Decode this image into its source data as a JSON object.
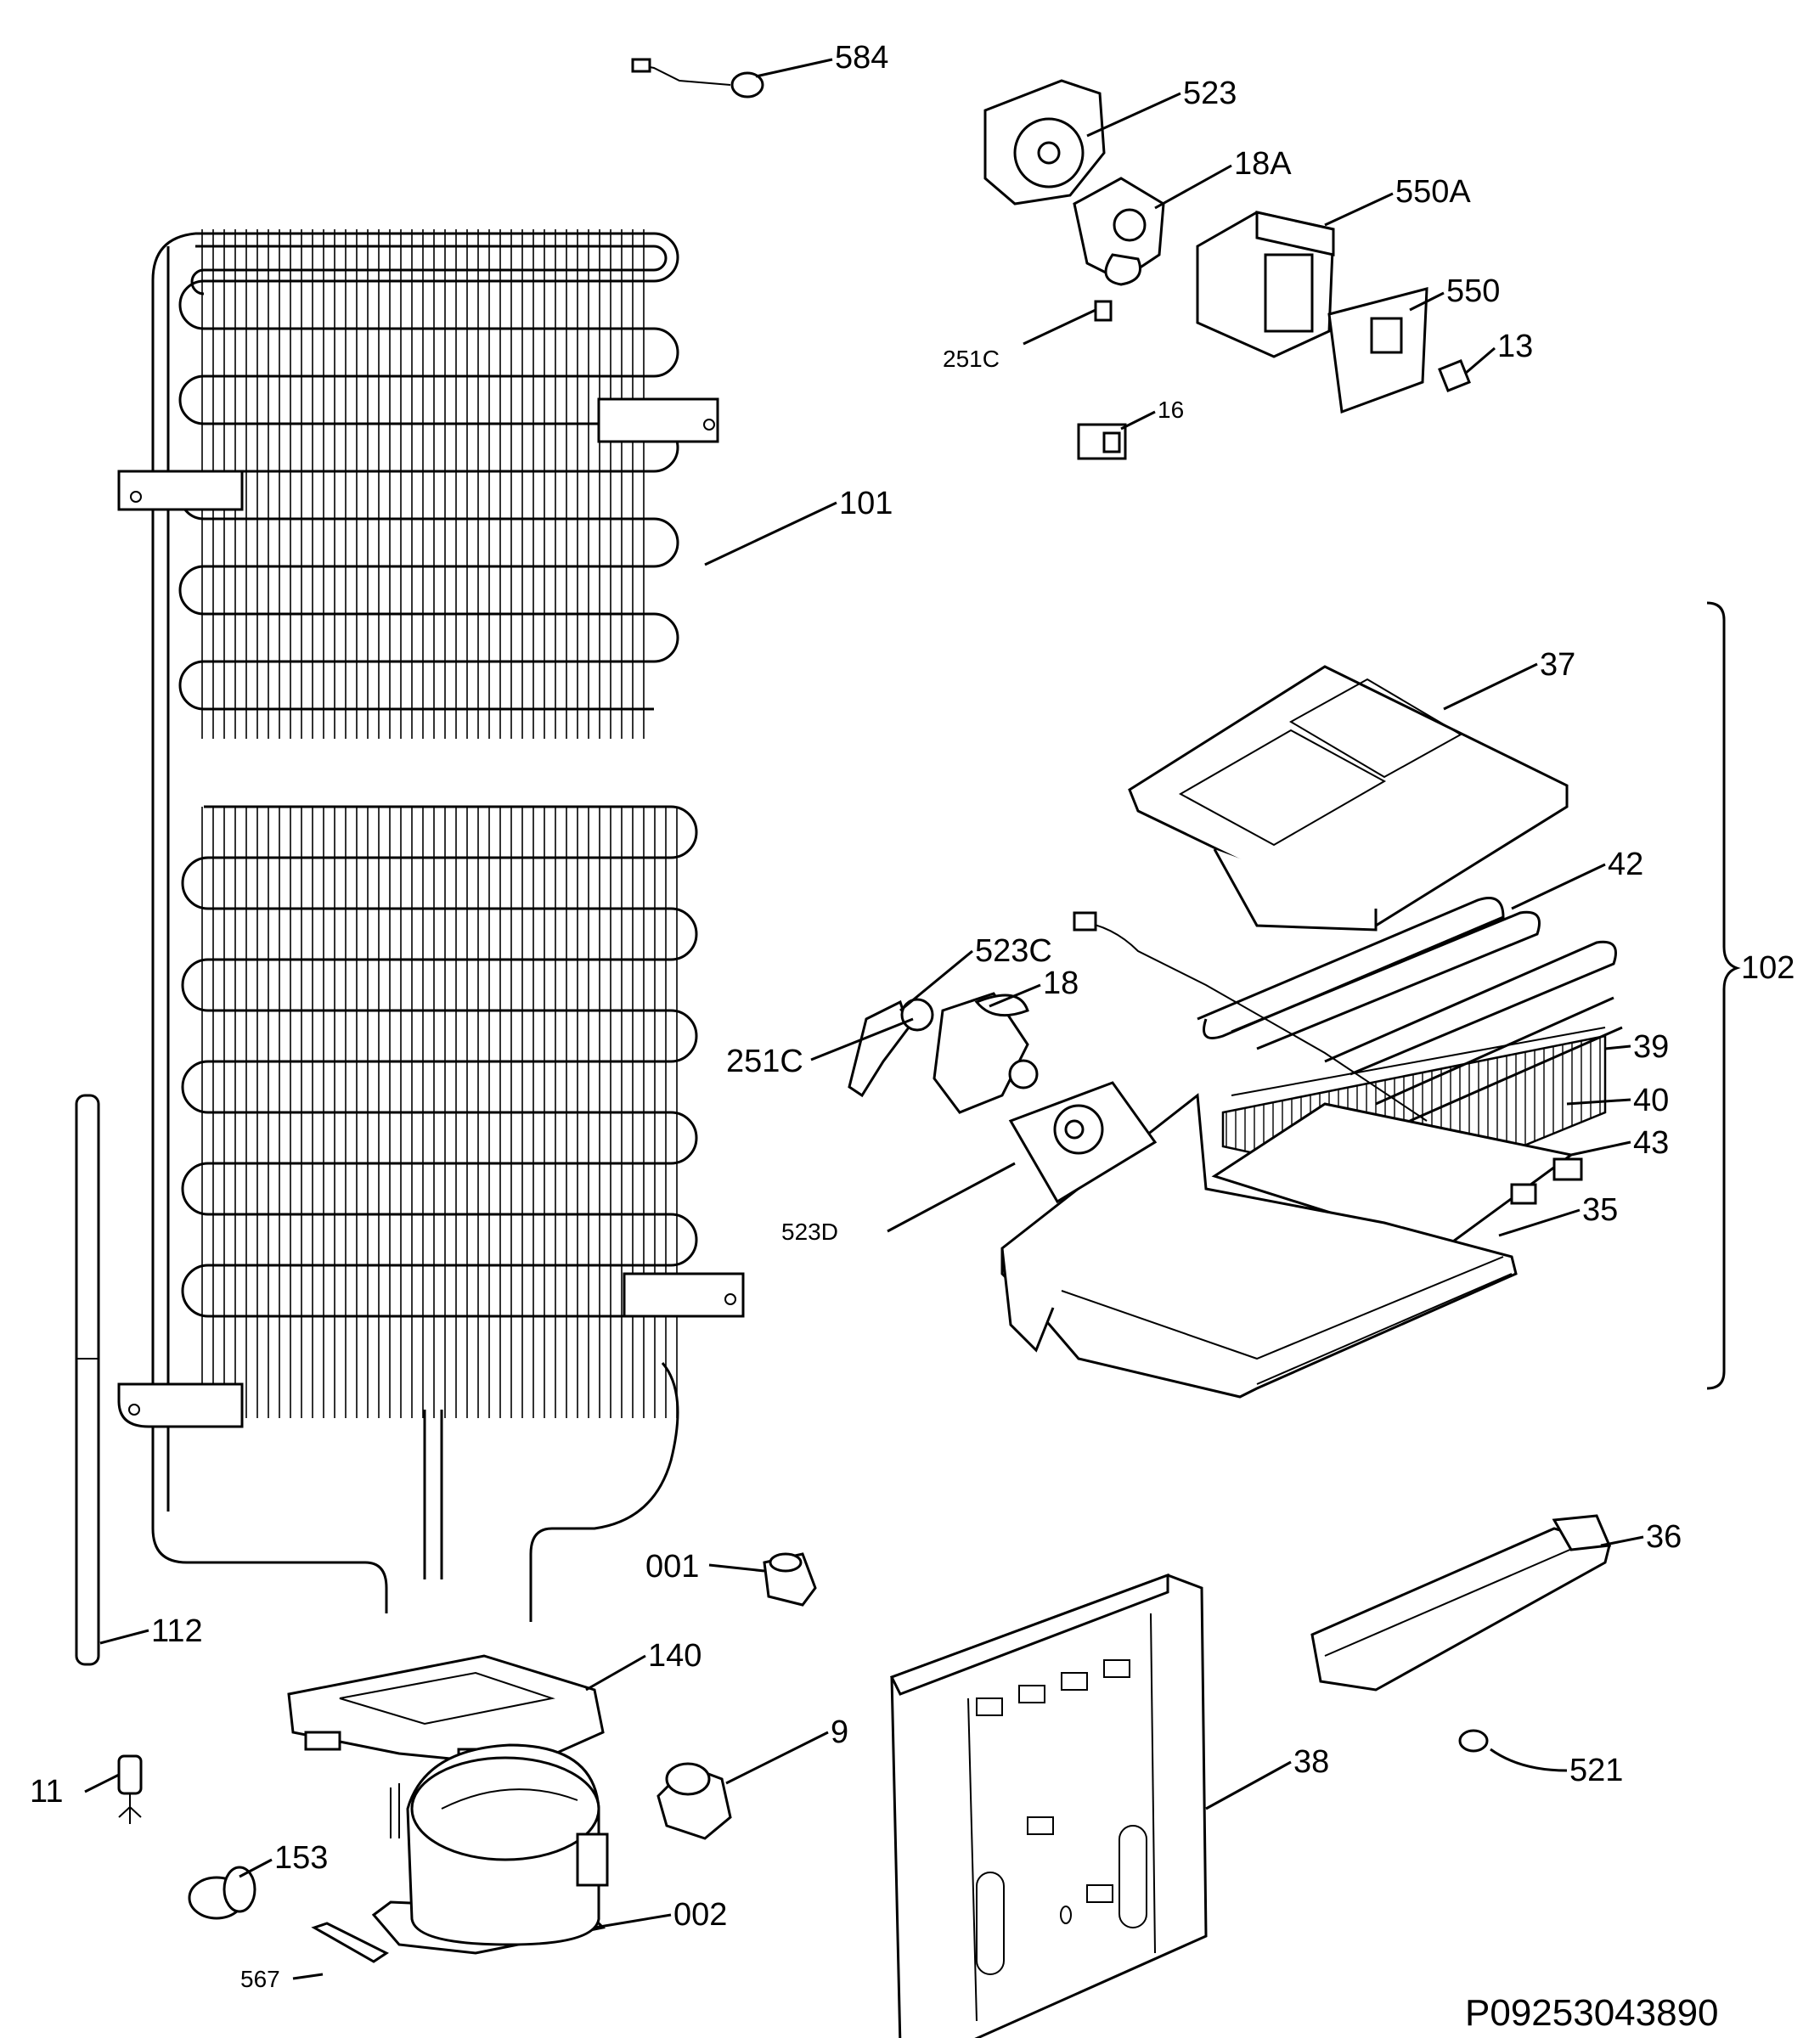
{
  "diagram_code": "P09253043890",
  "labels": {
    "584": "584",
    "523": "523",
    "18A": "18A",
    "550A": "550A",
    "550": "550",
    "251C_top": "251C",
    "13": "13",
    "16": "16",
    "101": "101",
    "37": "37",
    "42": "42",
    "102": "102",
    "523C": "523C",
    "18": "18",
    "251C_mid": "251C",
    "39": "39",
    "40": "40",
    "43": "43",
    "35": "35",
    "523D": "523D",
    "001": "001",
    "36": "36",
    "112": "112",
    "140": "140",
    "9": "9",
    "38": "38",
    "521": "521",
    "11": "11",
    "153": "153",
    "002": "002",
    "567": "567"
  }
}
